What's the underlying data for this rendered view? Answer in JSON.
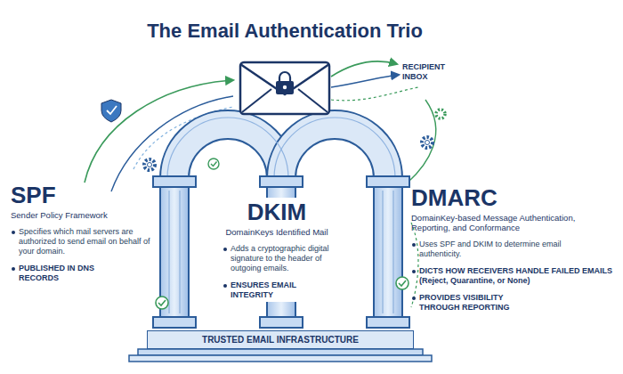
{
  "diagram": {
    "title": "The Email Authentication Trio",
    "nodes": [
      {
        "text": [
          "SPF",
          "Sender Policy Framework",
          "Specifies which mail servers are authorized to send email on behalf of your domain.",
          "PUBLISHED IN DNS RECORDS"
        ]
      },
      {
        "text": [
          "DKIM",
          "DomainKeys Identified Mail",
          "Adds a cryptographic digital signature to the header of outgoing emails.",
          "ENSURES EMAIL INTEGRITY"
        ]
      },
      {
        "text": [
          "DMARC",
          "DomainKey-based Message Authentication, Reporting, and Conformance",
          "Uses SPF and DKIM to determine email authenticity.",
          "DICTS HOW RECEIVERS HANDLE FAILED EMAILS (Reject, Quarantine, or None)",
          "PROVIDES VISIBILITY THROUGH REPORTING"
        ]
      },
      {
        "text": [
          "TRUSTED EMAIL INFRASTRUCTURE"
        ]
      }
    ],
    "labels": [
      "RECIPIENT INBOX"
    ]
  }
}
